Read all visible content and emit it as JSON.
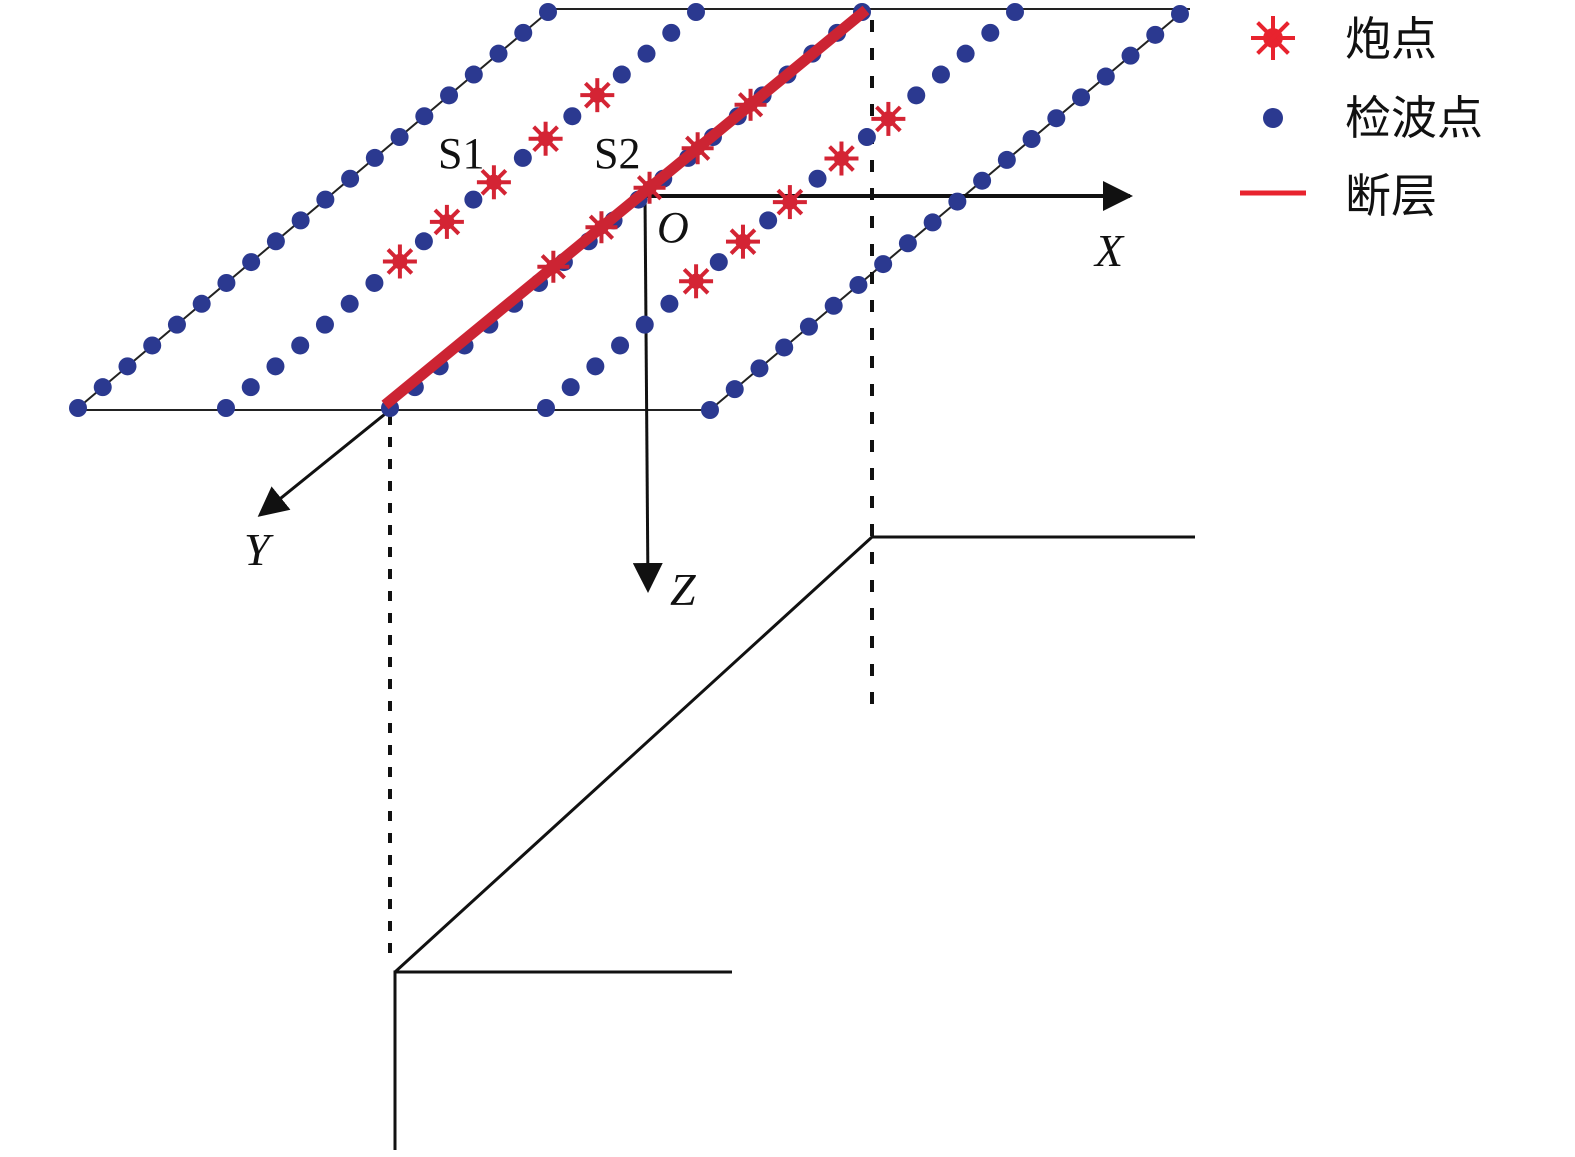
{
  "labels": {
    "s1": "S1",
    "s2": "S2",
    "origin": "O",
    "x_axis": "X",
    "y_axis": "Y",
    "z_axis": "Z"
  },
  "legend": [
    {
      "symbol": "star",
      "label": "炮点",
      "color": "#e8232e"
    },
    {
      "symbol": "dot",
      "label": "检波点",
      "color": "#2b3990"
    },
    {
      "symbol": "line",
      "label": "断层",
      "color": "#e8232e"
    }
  ],
  "colors": {
    "shot": "#d42434",
    "receiver": "#2b3990",
    "fault": "#cc2433",
    "ink": "#111111"
  }
}
